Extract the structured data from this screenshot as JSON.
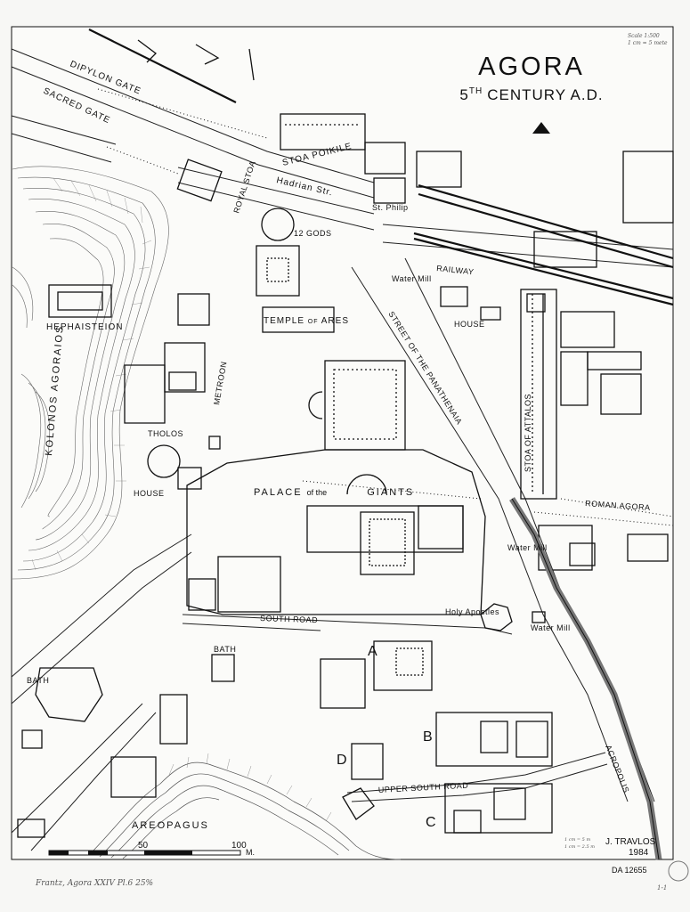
{
  "title": {
    "main": "AGORA",
    "sub_ordinal": "5",
    "sub_suffix": "TH",
    "sub_rest": "CENTURY A.D."
  },
  "corner_note": {
    "line1": "Scale 1:500",
    "line2": "1 cm = 5 mete"
  },
  "labels": {
    "dipylon_gate": "DIPYLON GATE",
    "sacred_gate": "SACRED GATE",
    "stoa_poikile": "STOA POIKILE",
    "hadrian_str": "Hadrian Str.",
    "royal_stoa": "ROYAL STOA",
    "twelve_gods": "12 GODS",
    "st_philip": "St. Philip",
    "hephaisteion": "HEPHAISTEION",
    "temple_of_ares_1": "TEMPLE",
    "temple_of_ares_of": "OF",
    "temple_of_ares_2": "ARES",
    "water_mill_top": "Water Mill",
    "railway": "RAILWAY",
    "house_upper": "HOUSE",
    "street_panathenaia": "STREET OF THE PANATHENAIA",
    "stoa_attalos": "STOA OF ATTALOS",
    "kolonos_agoraios": "KOLONOS AGORAIOS",
    "metroon": "METROON",
    "tholos": "THOLOS",
    "house_tholos": "HOUSE",
    "palace_a": "PALACE",
    "palace_of": "of the",
    "palace_b": "GIANTS",
    "roman_agora": "ROMAN AGORA",
    "water_mill_mid": "Water Mill",
    "south_road": "SOUTH ROAD",
    "holy_apostles": "Holy Apostles",
    "water_mill_low": "Water Mill",
    "bath_left": "BATH",
    "bath_center": "BATH",
    "house_a": "A",
    "house_b": "B",
    "house_c": "C",
    "house_d": "D",
    "upper_south_road": "UPPER SOUTH ROAD",
    "acropolis": "ACROPOLIS",
    "areopagus": "AREOPAGUS"
  },
  "scale_bar": {
    "tick_50": "50",
    "tick_100": "100",
    "unit": "M."
  },
  "author": {
    "name": "J. TRAVLOS",
    "year": "1984"
  },
  "scale_note": {
    "line1": "1 cm = 5 m",
    "line2": "1 cm = 2.5 m"
  },
  "ref": {
    "number": "DA 12655",
    "page": "1-1"
  },
  "footer_note": "Frantz, Agora XXIV Pl.6 25%",
  "colors": {
    "ink": "#111111",
    "paper": "#fbfbf9",
    "grey_road": "#888888"
  }
}
